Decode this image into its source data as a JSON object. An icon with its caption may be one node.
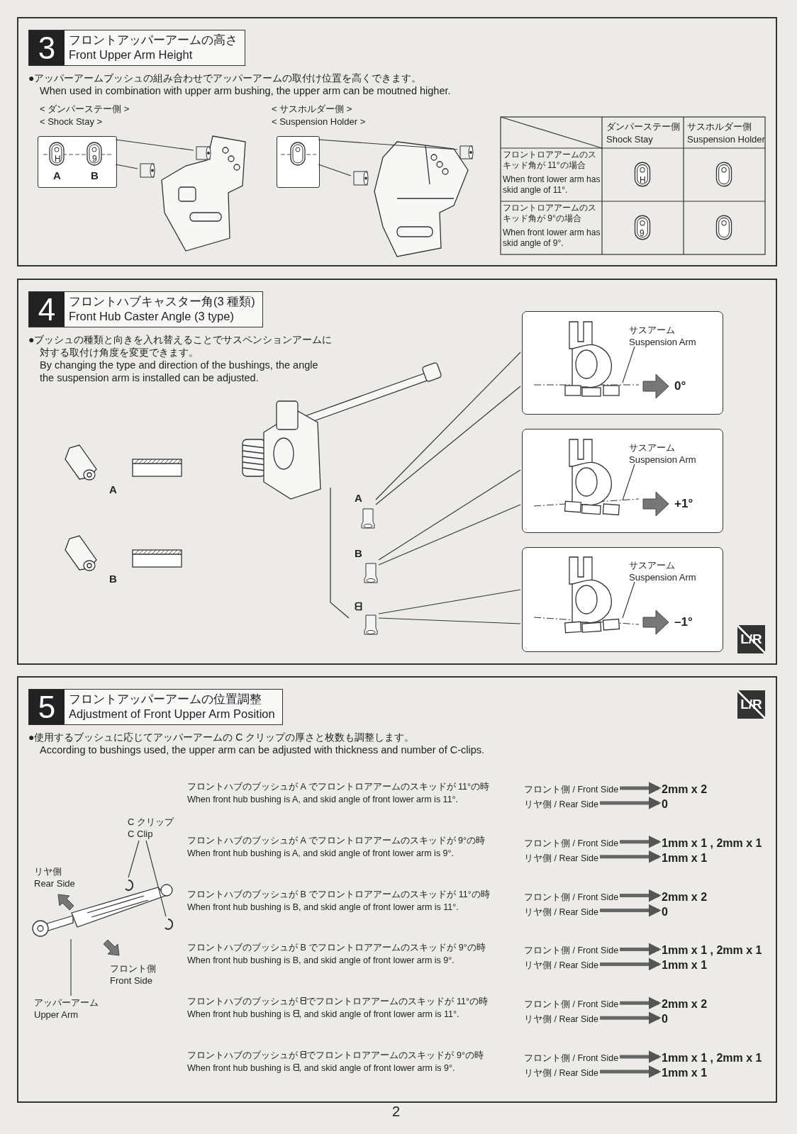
{
  "diagram": {
    "nodes": [
      {
        "text": [
          "3",
          "フロントアッパーアームの高さ",
          "Front Upper Arm Height",
          "●アッパーアームブッシュの組み合わせでアッパーアームの取付け位置を高くできます。",
          "When used in combination with upper arm bushing, the upper arm can be moutned higher."
        ]
      },
      {
        "text": [
          "H",
          "9",
          "A",
          "B"
        ],
        "in": 0
      },
      {
        "text": [],
        "shape": "picture",
        "in": 0
      },
      {
        "text": [],
        "shape": "picture",
        "in": 0
      },
      {
        "text": [],
        "shape": "box",
        "in": 0
      },
      {
        "text": [],
        "shape": "picture",
        "in": 0
      },
      {
        "text": [],
        "shape": "picture",
        "in": 0
      },
      {
        "text": [
          "4",
          "フロントハブキャスター角(3 種類)",
          "Front Hub Caster Angle (3 type)",
          "●ブッシュの種類と向きを入れ替えることでサスペンションアームに対する取付け角度を変更できます。",
          "By changing the type and direction of the bushings, the angle the suspension arm is installed can be adjusted."
        ]
      },
      {
        "text": [
          "A"
        ],
        "in": 7
      },
      {
        "text": [
          "B"
        ],
        "in": 7
      },
      {
        "text": [
          "ᗺ"
        ],
        "in": 7
      },
      {
        "text": [
          "0°"
        ],
        "in": 7
      },
      {
        "text": [
          "サスアーム",
          "Suspension Arm"
        ],
        "in": 11
      },
      {
        "text": [],
        "shape": "picture",
        "in": 11
      },
      {
        "text": [
          "+1°"
        ],
        "in": 7
      },
      {
        "text": [
          "サスアーム",
          "Suspension Arm"
        ],
        "in": 14
      },
      {
        "text": [],
        "shape": "picture",
        "in": 14
      },
      {
        "text": [
          "–1°"
        ],
        "in": 7
      },
      {
        "text": [
          "サスアーム",
          "Suspension Arm"
        ],
        "in": 17
      },
      {
        "text": [],
        "shape": "picture",
        "in": 17
      },
      {
        "text": [
          "5",
          "フロントアッパーアームの位置調整",
          "Adjustment of Front Upper Arm Position",
          "●使用するブッシュに応じてアッパーアームの C クリップの厚さと枚数も調整します。",
          "According to bushings used, the upper arm can be adjusted with thickness and number of C-clips."
        ]
      },
      {
        "text": [
          "C クリップ",
          "C Clip"
        ],
        "in": 20
      },
      {
        "text": [],
        "shape": "picture",
        "in": 20
      },
      {
        "text": [],
        "shape": "picture",
        "in": 20
      },
      {
        "text": [],
        "shape": "picture",
        "in": 20
      },
      {
        "text": [
          "アッパーアーム",
          "Upper Arm"
        ],
        "in": 20
      },
      {
        "text": [
          "フロント側 / Front Side"
        ],
        "in": 20
      },
      {
        "text": [
          "2mm x 2"
        ],
        "in": 20
      },
      {
        "text": [
          "リヤ側 / Rear Side"
        ],
        "in": 20
      },
      {
        "text": [
          "0"
        ],
        "in": 20
      },
      {
        "text": [
          "フロント側 / Front Side"
        ],
        "in": 20
      },
      {
        "text": [
          "1mm x 1 , 2mm x 1"
        ],
        "in": 20
      },
      {
        "text": [
          "リヤ側 / Rear Side"
        ],
        "in": 20
      },
      {
        "text": [
          "1mm x 1"
        ],
        "in": 20
      },
      {
        "text": [
          "フロント側 / Front Side"
        ],
        "in": 20
      },
      {
        "text": [
          "2mm x 2"
        ],
        "in": 20
      },
      {
        "text": [
          "リヤ側 / Rear Side"
        ],
        "in": 20
      },
      {
        "text": [
          "0"
        ],
        "in": 20
      },
      {
        "text": [
          "フロント側 / Front Side"
        ],
        "in": 20
      },
      {
        "text": [
          "1mm x 1 , 2mm x 1"
        ],
        "in": 20
      },
      {
        "text": [
          "リヤ側 / Rear Side"
        ],
        "in": 20
      },
      {
        "text": [
          "1mm x 1"
        ],
        "in": 20
      },
      {
        "text": [
          "フロント側 / Front Side"
        ],
        "in": 20
      },
      {
        "text": [
          "2mm x 2"
        ],
        "in": 20
      },
      {
        "text": [
          "リヤ側 / Rear Side"
        ],
        "in": 20
      },
      {
        "text": [
          "0"
        ],
        "in": 20
      },
      {
        "text": [
          "フロント側 / Front Side"
        ],
        "in": 20
      },
      {
        "text": [
          "1mm x 1 , 2mm x 1"
        ],
        "in": 20
      },
      {
        "text": [
          "リヤ側 / Rear Side"
        ],
        "in": 20
      },
      {
        "text": [
          "1mm x 1"
        ],
        "in": 20
      }
    ],
    "edges": [
      {
        "from": 1,
        "to": 2,
        "arrow": "none"
      },
      {
        "from": 1,
        "to": 3,
        "arrow": "none"
      },
      {
        "from": 4,
        "to": 5,
        "arrow": "none"
      },
      {
        "from": 4,
        "to": 6,
        "arrow": "none"
      },
      {
        "from": 8,
        "to": 11,
        "arrow": "none"
      },
      {
        "from": 8,
        "to": 11,
        "arrow": "none"
      },
      {
        "from": 9,
        "to": 14,
        "arrow": "none"
      },
      {
        "from": 9,
        "to": 14,
        "arrow": "none"
      },
      {
        "from": 10,
        "to": 17,
        "arrow": "none"
      },
      {
        "from": 10,
        "to": 17,
        "arrow": "none"
      },
      {
        "from": 12,
        "to": 13,
        "arrow": "none"
      },
      {
        "from": 15,
        "to": 16,
        "arrow": "none"
      },
      {
        "from": 18,
        "to": 19,
        "arrow": "none"
      },
      {
        "from": 21,
        "to": 22,
        "arrow": "none"
      },
      {
        "from": 21,
        "to": 23,
        "arrow": "none"
      },
      {
        "from": 25,
        "to": 24,
        "arrow": "none"
      },
      {
        "from": 26,
        "to": 27,
        "arrow": "to",
        "style": "thick"
      },
      {
        "from": 28,
        "to": 29,
        "arrow": "to",
        "style": "thick"
      },
      {
        "from": 30,
        "to": 31,
        "arrow": "to",
        "style": "thick"
      },
      {
        "from": 32,
        "to": 33,
        "arrow": "to",
        "style": "thick"
      },
      {
        "from": 34,
        "to": 35,
        "arrow": "to",
        "style": "thick"
      },
      {
        "from": 36,
        "to": 37,
        "arrow": "to",
        "style": "thick"
      },
      {
        "from": 38,
        "to": 39,
        "arrow": "to",
        "style": "thick"
      },
      {
        "from": 40,
        "to": 41,
        "arrow": "to",
        "style": "thick"
      },
      {
        "from": 42,
        "to": 43,
        "arrow": "to",
        "style": "thick"
      },
      {
        "from": 44,
        "to": 45,
        "arrow": "to",
        "style": "thick"
      },
      {
        "from": 46,
        "to": 47,
        "arrow": "to",
        "style": "thick"
      },
      {
        "from": 48,
        "to": 49,
        "arrow": "to",
        "style": "thick"
      }
    ],
    "labels": [
      "< ダンパーステー側 >",
      "< Shock Stay >",
      "< サスホルダー側 >",
      "< Suspension Holder >",
      "ダンパーステー側",
      "Shock Stay",
      "サスホルダー側",
      "Suspension Holder",
      "フロントロアアームのスキッド角が 11°の場合",
      "When front lower arm has skid angle of 11°.",
      "H",
      "フロントロアアームのスキッド角が 9°の場合",
      "When front lower arm has skid angle of 9°.",
      "9",
      "L/R",
      "A",
      "B",
      "L/R",
      "リヤ側",
      "Rear Side",
      "フロント側",
      "Front Side",
      "フロントハブのブッシュが A でフロントロアアームのスキッドが 11°の時",
      "When front hub bushing is A, and skid angle of front lower arm is 11°.",
      "フロントハブのブッシュが A でフロントロアアームのスキッドが 9°の時",
      "When front hub bushing is A, and skid angle of front lower arm is 9°.",
      "フロントハブのブッシュが B でフロントロアアームのスキッドが 11°の時",
      "When front hub bushing is B, and skid angle of front lower arm is 11°.",
      "フロントハブのブッシュが B でフロントロアアームのスキッドが 9°の時",
      "When front hub bushing is B, and skid angle of front lower arm is 9°.",
      "フロントハブのブッシュが ᗺでフロントロアアームのスキッドが 11°の時",
      "When front hub bushing is ᗺ, and skid angle of front lower arm is 11°.",
      "フロントハブのブッシュが ᗺでフロントロアアームのスキッドが 9°の時",
      "When front hub bushing is ᗺ, and skid angle of front lower arm is 9°.",
      "2"
    ]
  }
}
